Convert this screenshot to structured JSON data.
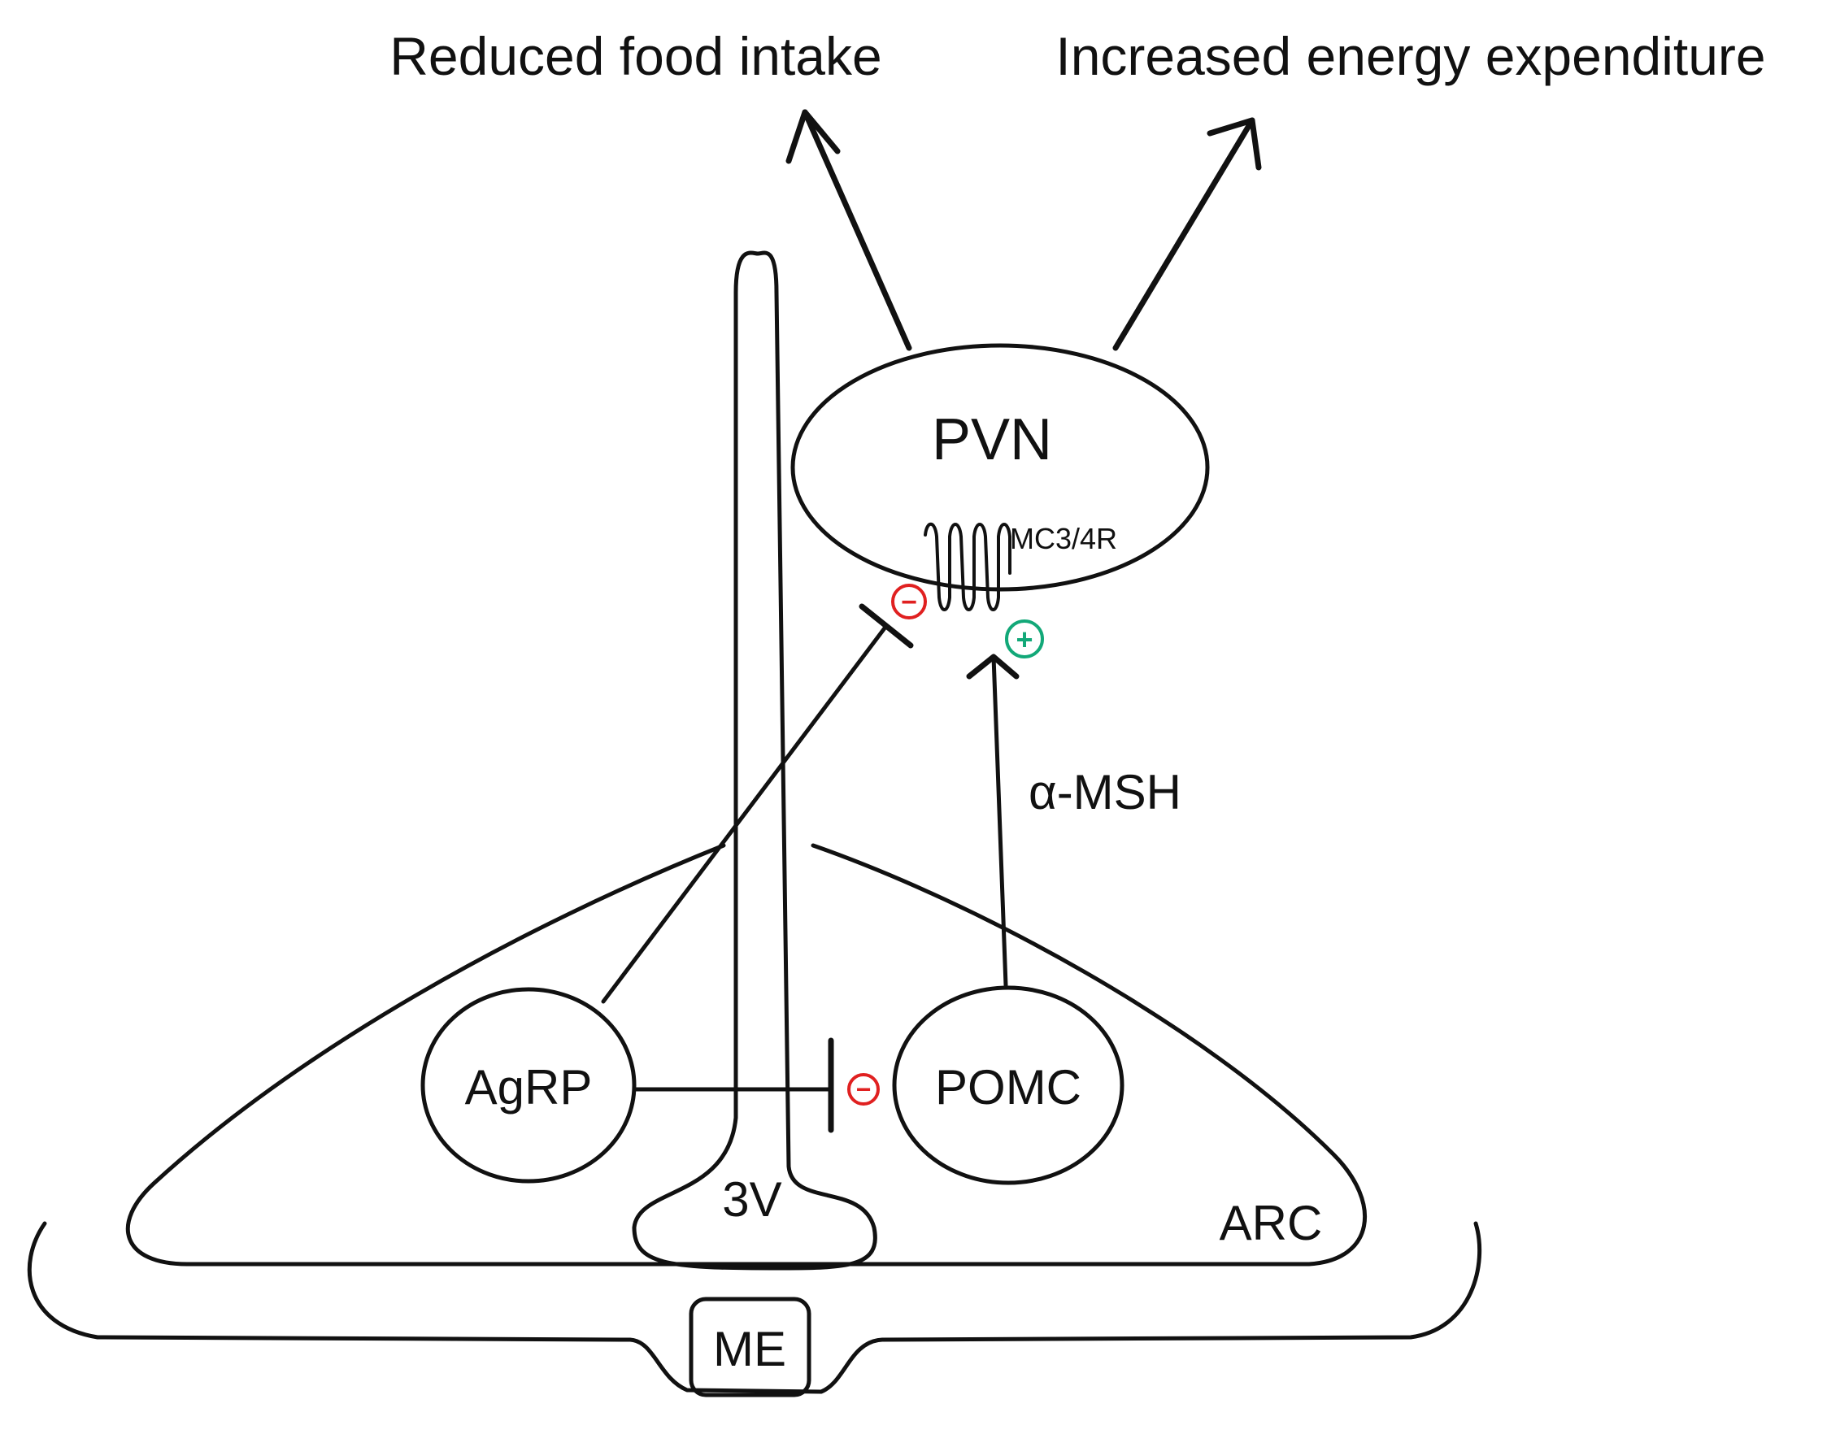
{
  "outcomes": {
    "left": "Reduced food intake",
    "right": "Increased energy expenditure"
  },
  "nodes": {
    "pvn": "PVN",
    "receptor": "MC3/4R",
    "agrp": "AgRP",
    "pomc": "POMC",
    "ventricle": "3V",
    "arc": "ARC",
    "me": "ME"
  },
  "signals": {
    "alpha_msh": "α-MSH"
  },
  "markers": {
    "inhibit_symbol": "−",
    "activate_symbol": "+",
    "inhibit_color": "#e02020",
    "activate_color": "#12a878"
  }
}
